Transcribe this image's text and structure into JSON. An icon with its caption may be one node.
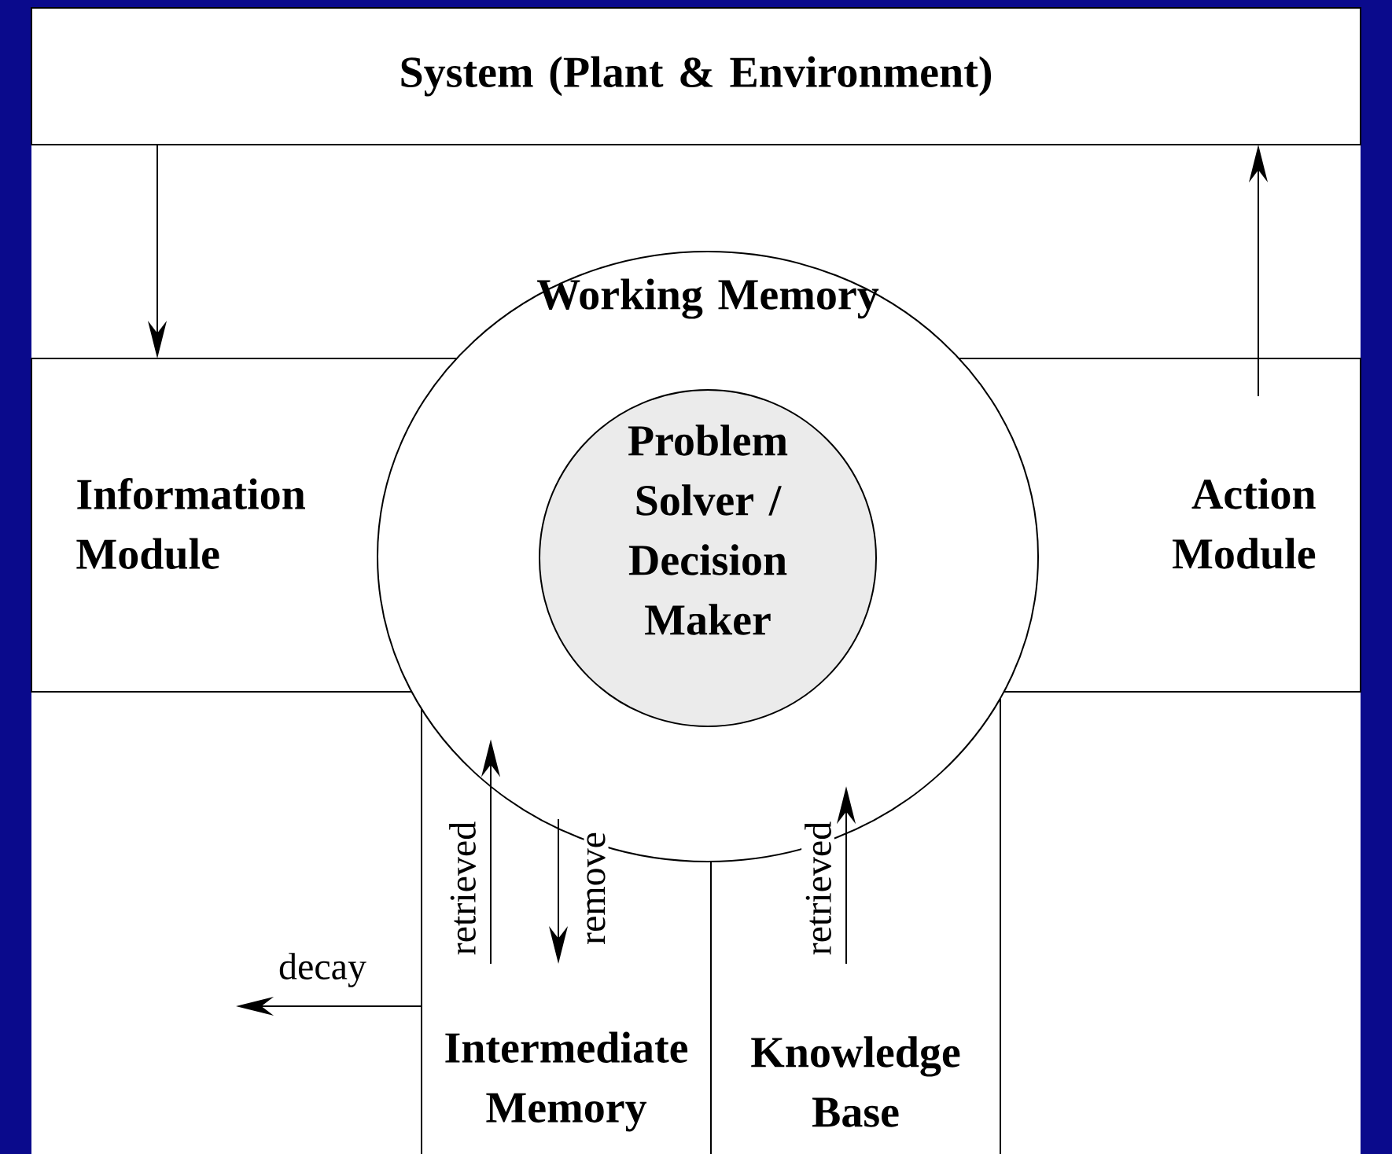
{
  "diagram": {
    "nodes": [
      {
        "text": [
          "System (Plant & Environment)"
        ]
      },
      {
        "text": [
          "Information Module"
        ]
      },
      {
        "text": [
          "Working Memory"
        ]
      },
      {
        "text": [
          "Problem Solver / Decision Maker"
        ],
        "in": 2
      },
      {
        "text": [
          "Action Module"
        ]
      },
      {
        "text": [
          "Intermediate Memory"
        ]
      },
      {
        "text": [
          "Knowledge Base"
        ]
      }
    ],
    "edges": [
      {
        "from": 0,
        "to": 1,
        "arrow": "to"
      },
      {
        "from": 4,
        "to": 0,
        "arrow": "to"
      },
      {
        "from": 5,
        "to": 2,
        "arrow": "to",
        "label": "retrieved"
      },
      {
        "from": 2,
        "to": 5,
        "arrow": "to",
        "label": "remove"
      },
      {
        "from": 6,
        "to": 2,
        "arrow": "to",
        "label": "retrieved"
      },
      {
        "from": 5,
        "to": null,
        "arrow": "to",
        "label": "decay"
      }
    ]
  }
}
